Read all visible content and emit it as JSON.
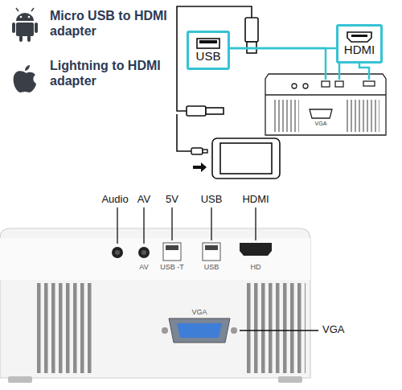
{
  "diagram": {
    "nodes": [
      {
        "text": [
          "USB"
        ]
      },
      {
        "text": [
          "HDMI"
        ]
      }
    ],
    "labels": [
      "Micro USB to HDMI adapter",
      "Lightning to HDMI adapter",
      "VGA",
      "Audio",
      "AV",
      "5V",
      "USB",
      "HDMI",
      "AV",
      "USB -T",
      "USB",
      "HD",
      "VGA",
      "VGA"
    ]
  }
}
